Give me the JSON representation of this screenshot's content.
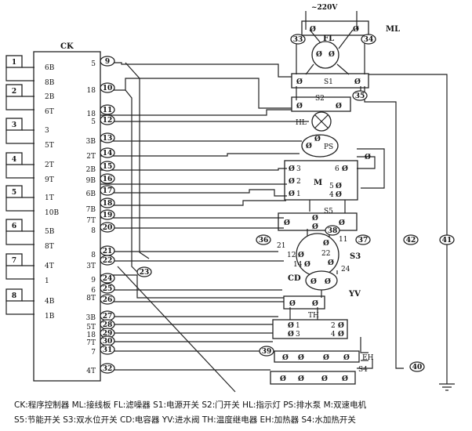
{
  "supply_label": "~220V",
  "ml_label": "ML",
  "controller_label": "CK",
  "controller_pins": [
    "6B",
    "8B",
    "2B",
    "6T",
    "3",
    "5T",
    "2T",
    "9T",
    "1T",
    "10B",
    "5B",
    "8T",
    "4T",
    "1",
    "4B",
    "1B"
  ],
  "group_numbers": [
    "1",
    "2",
    "3",
    "4",
    "5",
    "6",
    "7",
    "8"
  ],
  "right_pins": [
    "5",
    "18",
    "18",
    "5",
    "3B",
    "2T",
    "2B",
    "9B",
    "6B",
    "7B",
    "7T",
    "8",
    "8",
    "3T",
    "9",
    "6",
    "8T",
    "3B",
    "5T",
    "18",
    "7T",
    "7",
    "4T"
  ],
  "wire_numbers": [
    "9",
    "10",
    "11",
    "12",
    "13",
    "14",
    "15",
    "16",
    "17",
    "18",
    "19",
    "20",
    "21",
    "22",
    "23",
    "24",
    "25",
    "26",
    "27",
    "28",
    "29",
    "30",
    "31",
    "32",
    "33",
    "34",
    "35",
    "36",
    "37",
    "38",
    "39",
    "40",
    "41",
    "42"
  ],
  "components": {
    "fl": "FL",
    "s1": "S1",
    "s2": "S2",
    "hl": "HL",
    "ps": "PS",
    "m": "M",
    "s5": "S5",
    "s3": "S3",
    "cd": "CD",
    "yv": "YV",
    "th": "TH",
    "eh": "EH",
    "s4": "S4"
  },
  "m_terminals": [
    "3",
    "2",
    "1",
    "6",
    "5",
    "4"
  ],
  "s3_terminals": [
    "21",
    "12",
    "14",
    "11",
    "22",
    "24"
  ],
  "th_terminals": [
    "1",
    "3",
    "2",
    "4"
  ],
  "legend": {
    "line1": "CK:程序控制器  ML:接线板  FL:滤噪器  S1:电源开关  S2:门开关  HL:指示灯  PS:排水泵  M:双速电机",
    "line2": "S5:节能开关  S3:双水位开关  CD:电容器  YV:进水阀  TH:温度继电器  EH:加热器  S4:水加热开关"
  }
}
